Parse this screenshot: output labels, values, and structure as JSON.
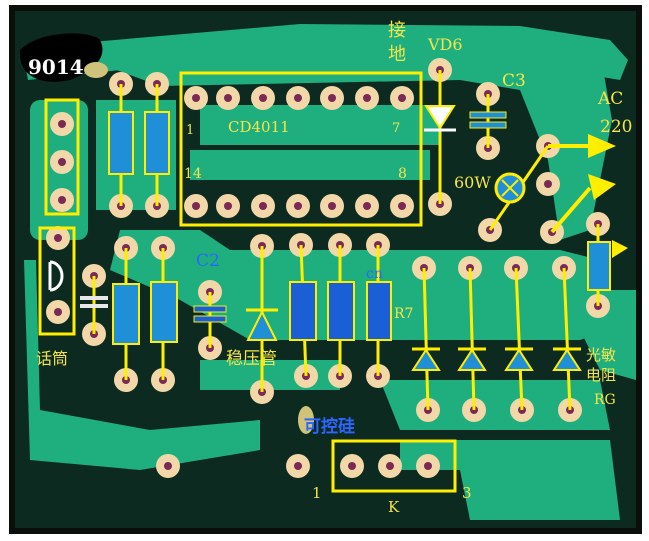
{
  "labels": {
    "q9014": "9014",
    "ground": "接\n地",
    "vd6": "VD6",
    "c3": "C3",
    "ac": "AC",
    "v220": "220",
    "ic": "CD4011",
    "pin1": "1",
    "pin7": "7",
    "pin14": "14",
    "pin8": "8",
    "lamp": "60W",
    "c2": "C2",
    "r7": "R7",
    "cn_frag": "cn",
    "mic": "话筒",
    "zener": "稳压管",
    "photo": "光敏\n电阻",
    "rg": "RG",
    "scr": "可控硅",
    "k1": "1",
    "k": "K",
    "k3": "3"
  },
  "colors": {
    "board": "#0c2a1f",
    "trace": "#1fae7e",
    "pad": "#f2d8a8",
    "hole": "#7a2a55",
    "outline": "#ffee00",
    "resistor": "#1f8fd8",
    "cap_blue": "#1a5fd6",
    "diode": "#1f8fd8",
    "label_yellow": "#f4e64a",
    "label_blue": "#2a66ff"
  }
}
